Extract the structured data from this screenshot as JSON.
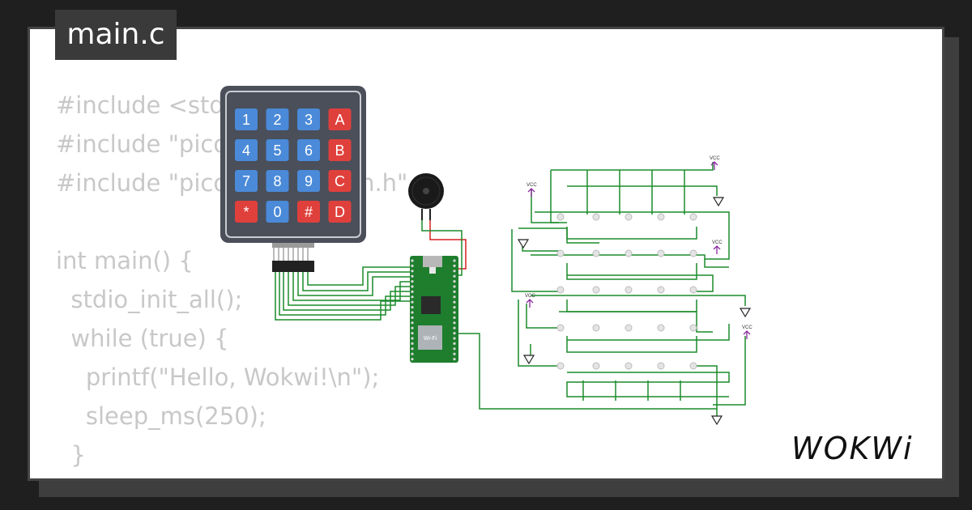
{
  "editor": {
    "tab_label": "main.c",
    "code_lines": [
      "#include <stdio.h>",
      "#include \"pico/stdlib.h\"",
      "#include \"pico/cyw43_arch.h\"",
      "",
      "int main() {",
      "  stdio_init_all();",
      "  while (true) {",
      "    printf(\"Hello, Wokwi!\\n\");",
      "    sleep_ms(250);",
      "  }",
      "}"
    ]
  },
  "keypad": {
    "keys": [
      "1",
      "2",
      "3",
      "A",
      "4",
      "5",
      "6",
      "B",
      "7",
      "8",
      "9",
      "C",
      "*",
      "0",
      "#",
      "D"
    ],
    "colors": {
      "number": "#4a8ad8",
      "function": "#e0403c",
      "body": "#4a4f5a"
    }
  },
  "pico": {
    "module_label": "Wi-Fi",
    "board_color": "#1e7e2d"
  },
  "led_matrix": {
    "vcc_label": "VCC",
    "wire_color": "#1c8c2c",
    "vcc_color": "#8a2ba0"
  },
  "brand": {
    "logo_text": "WOKWi"
  }
}
